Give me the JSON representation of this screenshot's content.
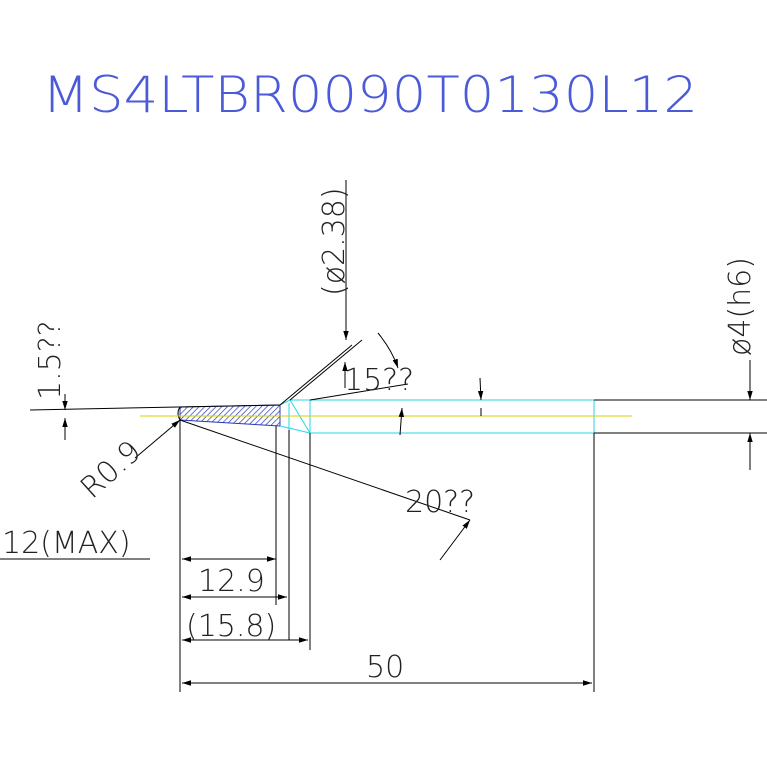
{
  "title": "MS4LTBR0090T0130L12",
  "dimensions": {
    "chamfer_angle": "1.5??",
    "corner_radius": "R0.9",
    "neck_diameter": "(ø2.38)",
    "neck_angle": "15??",
    "shank_diameter": "ø4(h6)",
    "relief_angle": "20??",
    "max_length": "12(MAX)",
    "flute_length": "12.9",
    "neck_length": "(15.8)",
    "overall_length": "50"
  },
  "colors": {
    "title": "#4a5ad8",
    "hatch": "#2a3ab8",
    "cyan": "#27d4e8",
    "yellow": "#d9d200",
    "line": "#000000",
    "dim_text": "#222222"
  }
}
